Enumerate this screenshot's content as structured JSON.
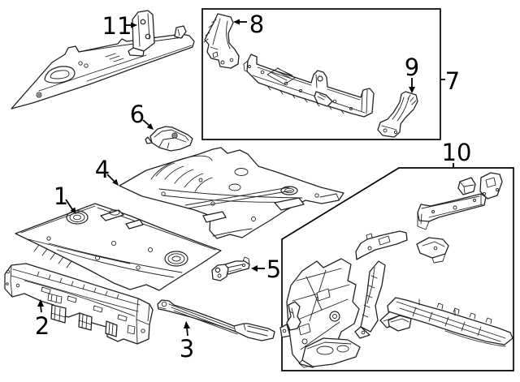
{
  "diagram": {
    "background_color": "#ffffff",
    "line_color": "#222222",
    "callout_color": "#000000",
    "callouts": [
      {
        "label": "1"
      },
      {
        "label": "2"
      },
      {
        "label": "3"
      },
      {
        "label": "4"
      },
      {
        "label": "5"
      },
      {
        "label": "6"
      },
      {
        "label": "7"
      },
      {
        "label": "8"
      },
      {
        "label": "9"
      },
      {
        "label": "10"
      },
      {
        "label": "11"
      }
    ]
  }
}
